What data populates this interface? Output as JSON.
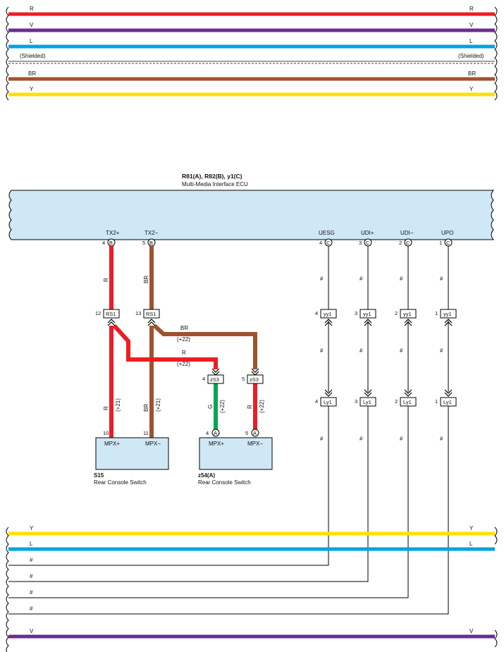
{
  "colors": {
    "R": "#ee1c25",
    "V": "#6b2c91",
    "L": "#00a3e0",
    "BR": "#a0522d",
    "Y": "#ffe000",
    "G": "#00a651",
    "ecu_fill": "#cfe8f6"
  },
  "top_buses": [
    {
      "code": "R",
      "label_left": "R",
      "label_right": "R"
    },
    {
      "code": "V",
      "label_left": "V",
      "label_right": "V"
    },
    {
      "code": "L",
      "label_left": "L",
      "label_right": "L"
    },
    {
      "code": "shielded",
      "label_left": "(Shielded)",
      "label_right": "(Shielded)"
    },
    {
      "code": "BR",
      "label_left": "BR",
      "label_right": "BR"
    },
    {
      "code": "Y",
      "label_left": "Y",
      "label_right": "Y"
    }
  ],
  "ecu": {
    "title": "R81(A), R82(B), y1(C)",
    "name": "Multi-Media Interface ECU",
    "pins": [
      {
        "signal": "TX2+",
        "num": "4",
        "conn": "B"
      },
      {
        "signal": "TX2−",
        "num": "5",
        "conn": "B"
      },
      {
        "signal": "UESG",
        "num": "4",
        "conn": "C"
      },
      {
        "signal": "UDI+",
        "num": "3",
        "conn": "C"
      },
      {
        "signal": "UDI−",
        "num": "2",
        "conn": "C"
      },
      {
        "signal": "UPO",
        "num": "1",
        "conn": "C"
      }
    ]
  },
  "wires": {
    "tx2p_upper": "R",
    "tx2m_upper": "BR",
    "branch_br": "BR",
    "branch_br_code": "(+22)",
    "branch_r": "R",
    "branch_r_code": "(+22)",
    "s15_left": "R",
    "s15_left_code": "(+21)",
    "s15_right": "BR",
    "s15_right_code": "(+21)",
    "z54_left": "G",
    "z54_left_code": "(+22)",
    "z54_right": "R",
    "z54_right_code": "(+22)",
    "hash": "#"
  },
  "connectors": {
    "rs1_a": {
      "pin": "12",
      "name": "RS1"
    },
    "rs1_b": {
      "pin": "13",
      "name": "RS1"
    },
    "zs3_a": {
      "pin": "4",
      "name": "zS3"
    },
    "zs3_b": {
      "pin": "5",
      "name": "zS3"
    },
    "yy1": [
      {
        "pin": "4",
        "name": "yy1"
      },
      {
        "pin": "3",
        "name": "yy1"
      },
      {
        "pin": "2",
        "name": "yy1"
      },
      {
        "pin": "1",
        "name": "yy1"
      }
    ],
    "ly1": [
      {
        "pin": "4",
        "name": "Ly1"
      },
      {
        "pin": "3",
        "name": "Ly1"
      },
      {
        "pin": "2",
        "name": "Ly1"
      },
      {
        "pin": "1",
        "name": "Ly1"
      }
    ]
  },
  "s15": {
    "id": "S15",
    "name": "Rear Console Switch",
    "pin_left": "10",
    "pin_right": "11",
    "label_left": "MPX+",
    "label_right": "MPX−"
  },
  "z54": {
    "id": "z54(A)",
    "name": "Rear Console Switch",
    "pin_left": "4",
    "pin_right": "5",
    "conn": "A",
    "label_left": "MPX+",
    "label_right": "MPX−"
  },
  "bottom_buses": [
    {
      "code": "Y",
      "label_left": "Y",
      "label_right": "Y"
    },
    {
      "code": "L",
      "label_left": "L",
      "label_right": "L"
    },
    {
      "code": "hash",
      "label_left": "#",
      "label_right": ""
    },
    {
      "code": "hash",
      "label_left": "#",
      "label_right": ""
    },
    {
      "code": "hash",
      "label_left": "#",
      "label_right": ""
    },
    {
      "code": "hash",
      "label_left": "#",
      "label_right": ""
    },
    {
      "code": "V",
      "label_left": "V",
      "label_right": "V"
    }
  ]
}
